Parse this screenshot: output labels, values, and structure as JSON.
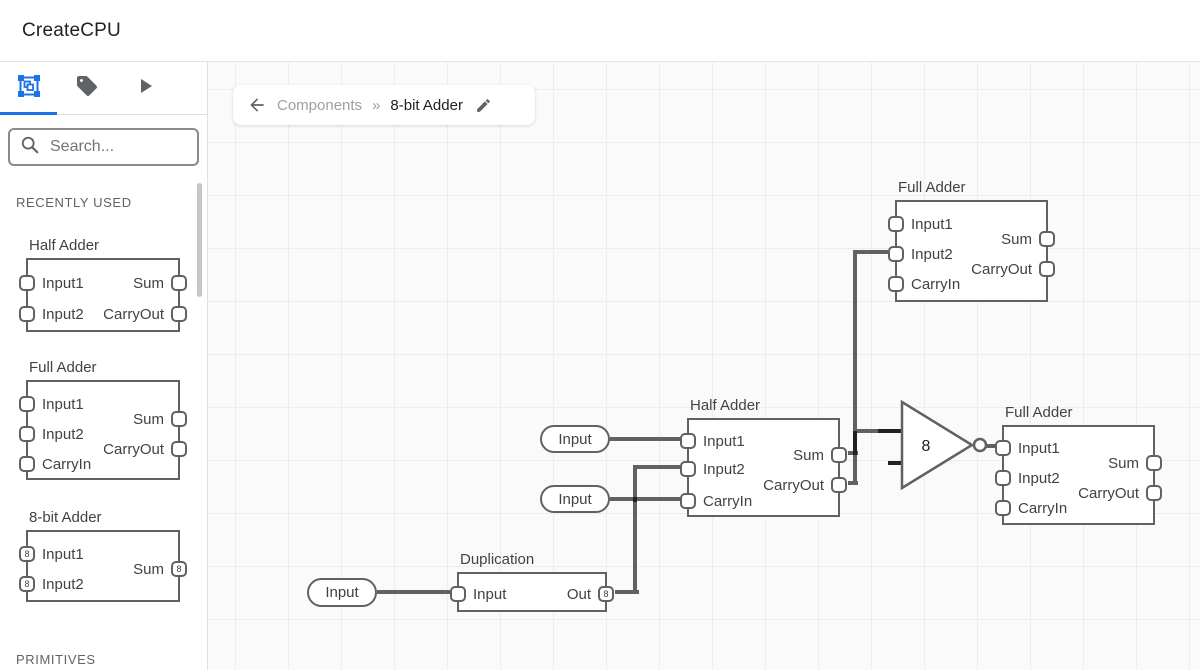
{
  "header": {
    "title": "CreateCPU"
  },
  "sidebar": {
    "search": {
      "placeholder": "Search..."
    },
    "section_recent": "RECENTLY USED",
    "section_primitives": "PRIMITIVES",
    "components": [
      {
        "title": "Half Adder",
        "in1": "Input1",
        "in2": "Input2",
        "out1": "Sum",
        "out2": "CarryOut"
      },
      {
        "title": "Full Adder",
        "in1": "Input1",
        "in2": "Input2",
        "in3": "CarryIn",
        "out1": "Sum",
        "out2": "CarryOut"
      },
      {
        "title": "8-bit Adder",
        "in1": "Input1",
        "in2": "Input2",
        "out1": "Sum",
        "bits": "8"
      }
    ]
  },
  "breadcrumb": {
    "parent": "Components",
    "separator": "»",
    "current": "8-bit Adder"
  },
  "canvas": {
    "nodes": {
      "full_adder_top": {
        "title": "Full Adder",
        "in1": "Input1",
        "in2": "Input2",
        "in3": "CarryIn",
        "out1": "Sum",
        "out2": "CarryOut"
      },
      "half_adder": {
        "title": "Half Adder",
        "in1": "Input1",
        "in2": "Input2",
        "in3": "CarryIn",
        "out1": "Sum",
        "out2": "CarryOut"
      },
      "full_adder_right": {
        "title": "Full Adder",
        "in1": "Input1",
        "in2": "Input2",
        "in3": "CarryIn",
        "out1": "Sum",
        "out2": "CarryOut"
      },
      "duplication": {
        "title": "Duplication",
        "in1": "Input",
        "out1": "Out",
        "bits": "8"
      },
      "buffer": {
        "bits": "8"
      }
    },
    "pills": {
      "top": "Input",
      "middle": "Input",
      "bottom": "Input"
    }
  },
  "colors": {
    "accent": "#1a73e8",
    "wire": "#616161",
    "wire_overlap": "#212121",
    "node_border": "#616161",
    "canvas_bg": "#fafafa",
    "grid_line": "#ededed"
  }
}
